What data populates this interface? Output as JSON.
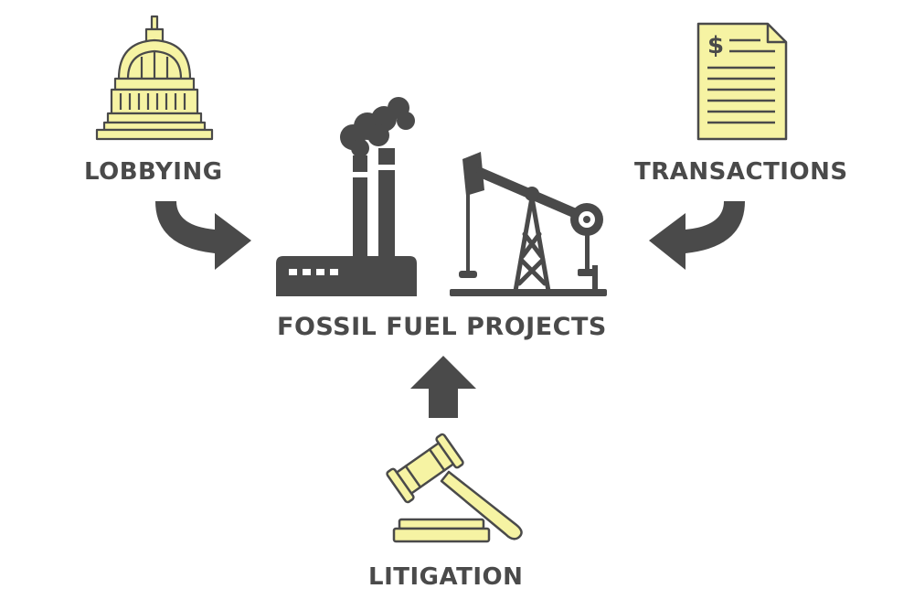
{
  "labels": {
    "lobbying": "LOBBYING",
    "transactions": "TRANSACTIONS",
    "center": "FOSSIL FUEL PROJECTS",
    "litigation": "LITIGATION"
  },
  "icons": {
    "lobbying": "capitol-building-icon",
    "transactions": "invoice-document-icon",
    "currency_symbol": "$",
    "factory": "factory-smokestack-icon",
    "pumpjack": "oil-pumpjack-icon",
    "litigation": "gavel-icon"
  },
  "colors": {
    "dark": "#4a4a4a",
    "accent_yellow": "#f6f3a3",
    "background": "#ffffff"
  }
}
